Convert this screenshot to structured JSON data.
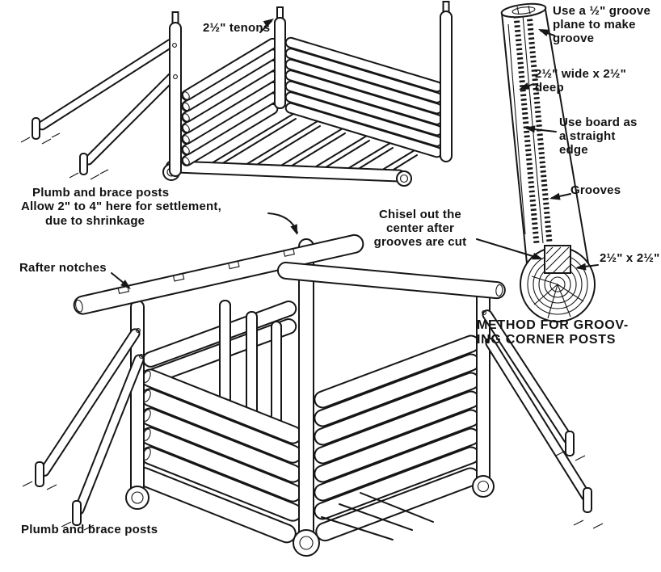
{
  "figure": {
    "background": "#ffffff",
    "ink": "#161616"
  },
  "labels": {
    "tenons": "2½\" tenons",
    "plumb_top": "Plumb and brace posts",
    "groove_plane": "Use a ½\" groove\nplane to make\ngroove",
    "wide_deep": "2½\" wide x 2½\"\ndeep",
    "board_edge": "Use board as\na straight\nedge",
    "grooves": "Grooves",
    "chisel": "Chisel out the\ncenter after\ngrooves are cut",
    "cross_dim": "2½\" x 2½\"",
    "method_caption": "METHOD FOR GROOV-\nING CORNER POSTS",
    "settlement_1": "Allow 2\" to 4\" here for settlement,",
    "settlement_2": "due to shrinkage",
    "rafter_notches": "Rafter notches",
    "plumb_bottom": "Plumb and brace posts"
  }
}
